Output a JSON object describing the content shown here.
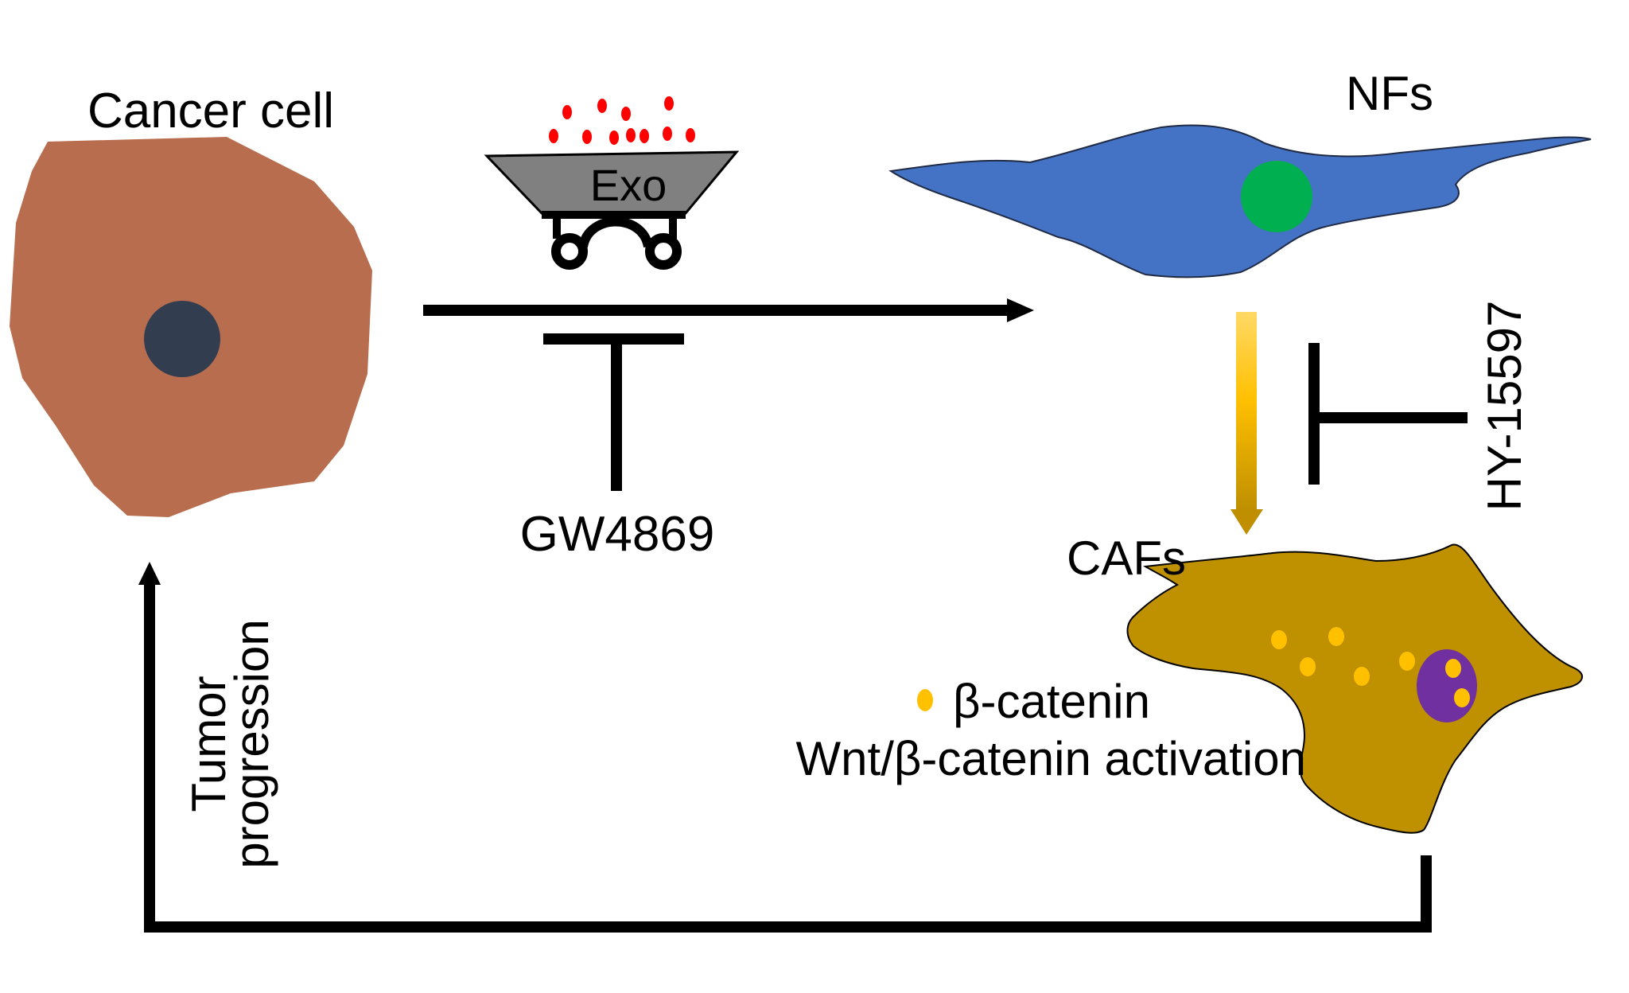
{
  "labels": {
    "cancer_cell": "Cancer cell",
    "exo": "Exo",
    "nfs": "NFs",
    "gw4869": "GW4869",
    "hy15597": "HY-15597",
    "cafs": "CAFs",
    "beta_catenin": "β-catenin",
    "wnt_activation": "Wnt/β-catenin activation",
    "tumor": "Tumor",
    "progression": "progression"
  },
  "colors": {
    "cancer_cell": "#B96D4F",
    "cancer_nucleus": "#323E50",
    "nf_cell": "#4472C4",
    "nf_nucleus": "#00B050",
    "caf_cell": "#BF9000",
    "caf_nucleus": "#7030A0",
    "beta_catenin_dot": "#FFC000",
    "exosome": "#FF0000",
    "cart": "#808080",
    "arrow": "#000000"
  }
}
